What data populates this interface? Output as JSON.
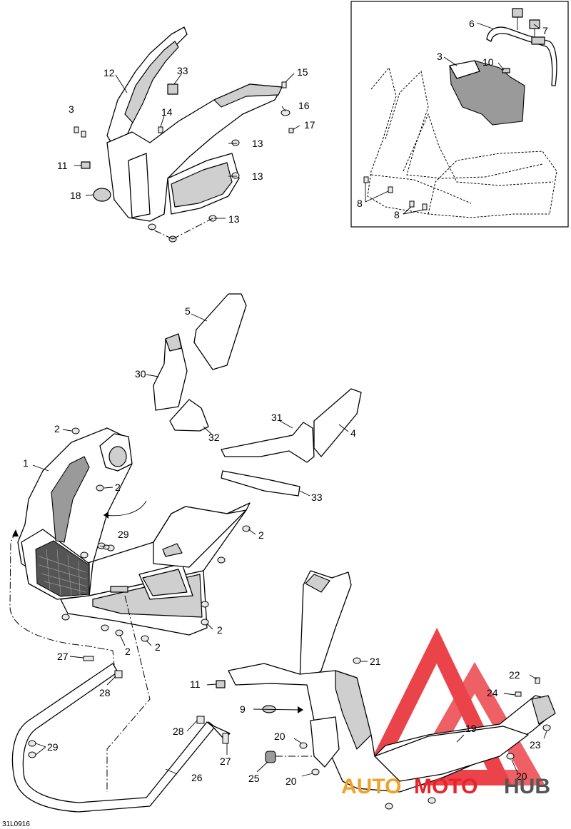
{
  "diagram": {
    "drawing_code": "31L0916",
    "callouts": {
      "c1": "1",
      "c2a": "2",
      "c2b": "2",
      "c2c": "2",
      "c2d": "2",
      "c2e": "2",
      "c2f": "2",
      "c3a": "3",
      "c3b": "3",
      "c4": "4",
      "c5": "5",
      "c6": "6",
      "c7": "7",
      "c8a": "8",
      "c8b": "8",
      "c9": "9",
      "c10": "10",
      "c11a": "11",
      "c11b": "11",
      "c12": "12",
      "c13a": "13",
      "c13b": "13",
      "c13c": "13",
      "c14": "14",
      "c15": "15",
      "c16": "16",
      "c17": "17",
      "c18": "18",
      "c19": "19",
      "c20a": "20",
      "c20b": "20",
      "c20c": "20",
      "c21": "21",
      "c22": "22",
      "c23": "23",
      "c24": "24",
      "c25": "25",
      "c26": "26",
      "c27a": "27",
      "c27b": "27",
      "c28a": "28",
      "c28b": "28",
      "c29a": "29",
      "c29b": "29",
      "c30": "30",
      "c31": "31",
      "c32": "32",
      "c33a": "33",
      "c33b": "33"
    }
  },
  "watermark": {
    "text_auto": "AUTO",
    "text_moto": "MOTO",
    "text_hub": "HUB",
    "logo_color": "#e8232b",
    "accent_color": "#f2a127",
    "hub_color": "#555555"
  }
}
